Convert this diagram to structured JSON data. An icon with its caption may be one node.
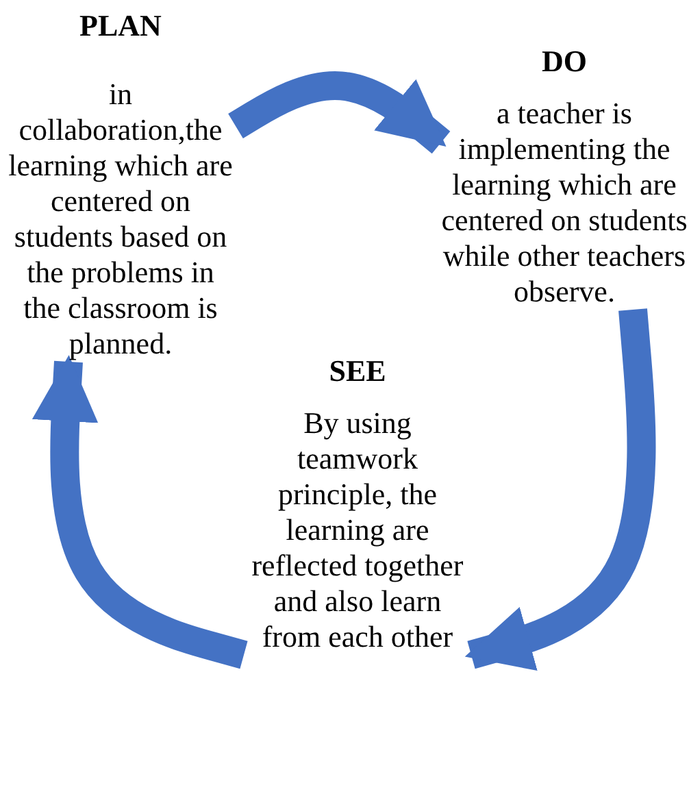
{
  "diagram": {
    "nodes": [
      {
        "text": [
          "PLAN",
          "in collaboration,the learning which are centered on students based on the problems in the classroom is planned."
        ]
      },
      {
        "text": [
          "DO",
          "a teacher is implementing the learning which are centered on students while other teachers observe."
        ]
      },
      {
        "text": [
          "SEE",
          "By using teamwork principle, the learning are reflected together and also learn from each other"
        ]
      }
    ],
    "edges": [
      {
        "from": 0,
        "to": 1,
        "arrow": "to"
      },
      {
        "from": 1,
        "to": 2,
        "arrow": "to"
      },
      {
        "from": 2,
        "to": 0,
        "arrow": "to"
      }
    ]
  }
}
